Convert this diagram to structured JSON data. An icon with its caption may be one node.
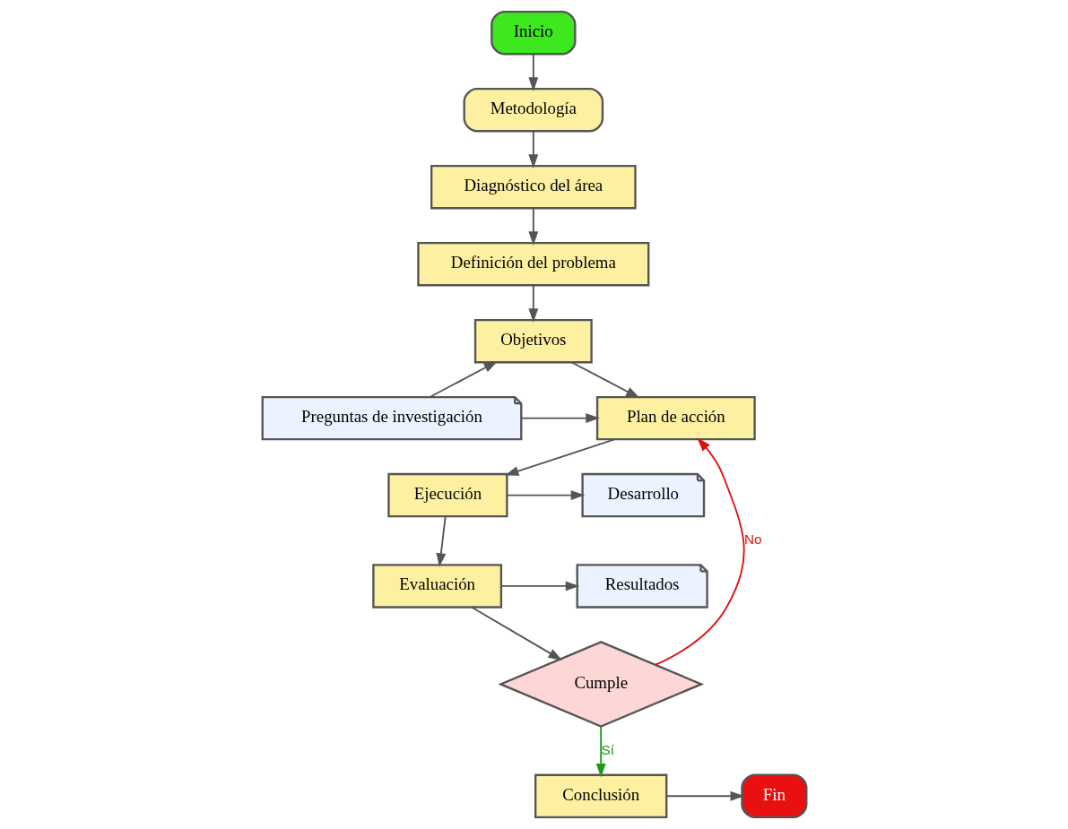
{
  "diagram": {
    "nodes": [
      {
        "text": [
          "Inicio"
        ]
      },
      {
        "text": [
          "Metodología"
        ]
      },
      {
        "text": [
          "Diagnóstico del área"
        ]
      },
      {
        "text": [
          "Definición del problema"
        ]
      },
      {
        "text": [
          "Objetivos"
        ]
      },
      {
        "text": [
          "Preguntas de investigación"
        ]
      },
      {
        "text": [
          "Plan de acción"
        ]
      },
      {
        "text": [
          "Ejecución"
        ]
      },
      {
        "text": [
          "Desarrollo"
        ]
      },
      {
        "text": [
          "Evaluación"
        ]
      },
      {
        "text": [
          "Resultados"
        ]
      },
      {
        "text": [
          "Cumple"
        ]
      },
      {
        "text": [
          "Conclusión"
        ]
      },
      {
        "text": [
          "Fin"
        ]
      }
    ],
    "edges": [
      {
        "from": 0,
        "to": 1,
        "arrow": "to"
      },
      {
        "from": 1,
        "to": 2,
        "arrow": "to"
      },
      {
        "from": 2,
        "to": 3,
        "arrow": "to"
      },
      {
        "from": 3,
        "to": 4,
        "arrow": "to"
      },
      {
        "from": 5,
        "to": 4,
        "arrow": "to"
      },
      {
        "from": 4,
        "to": 6,
        "arrow": "to"
      },
      {
        "from": 5,
        "to": 6,
        "arrow": "to"
      },
      {
        "from": 6,
        "to": 7,
        "arrow": "to"
      },
      {
        "from": 7,
        "to": 8,
        "arrow": "to"
      },
      {
        "from": 7,
        "to": 9,
        "arrow": "to"
      },
      {
        "from": 9,
        "to": 10,
        "arrow": "to"
      },
      {
        "from": 9,
        "to": 11,
        "arrow": "to"
      },
      {
        "from": 11,
        "to": 6,
        "arrow": "to",
        "label": "No",
        "color": "#e01010"
      },
      {
        "from": 11,
        "to": 12,
        "arrow": "to",
        "label": "Sí",
        "color": "#1a9a1a"
      },
      {
        "from": 12,
        "to": 13,
        "arrow": "to"
      }
    ]
  }
}
